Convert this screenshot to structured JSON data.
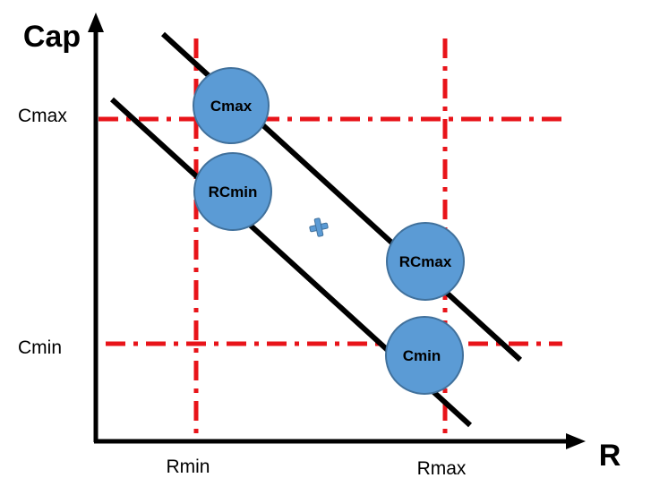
{
  "axes": {
    "y_title": "Cap",
    "x_title": "R"
  },
  "reference_lines": {
    "cmax_label": "Cmax",
    "cmin_label": "Cmin",
    "rmin_label": "Rmin",
    "rmax_label": "Rmax",
    "color": "#e8141a",
    "style": "dash-dot"
  },
  "corners": [
    {
      "id": "cmax",
      "label": "Cmax"
    },
    {
      "id": "rcmin",
      "label": "RCmin"
    },
    {
      "id": "rcmax",
      "label": "RCmax"
    },
    {
      "id": "cmin",
      "label": "Cmin"
    }
  ],
  "colors": {
    "node_fill": "#5b9bd5",
    "node_stroke": "#41719c",
    "center_marker": "#5b9bd5",
    "axis": "#000000"
  },
  "icons": {
    "center_marker": "plus-icon"
  }
}
